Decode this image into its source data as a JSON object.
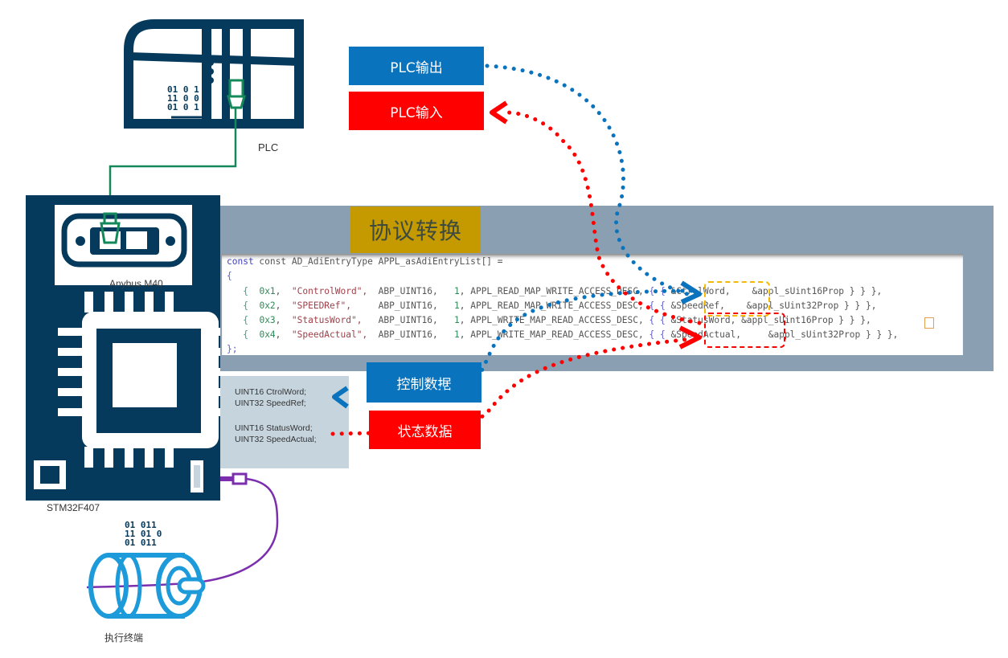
{
  "plc": {
    "label": "PLC",
    "binary_lines": [
      "01 0 1",
      "11 0 0",
      "01 0 1"
    ]
  },
  "buttons": {
    "plc_output": {
      "label": "PLC输出",
      "color": "#0a73bd"
    },
    "plc_input": {
      "label": "PLC输入",
      "color": "#ff0000"
    },
    "control_data": {
      "label": "控制数据",
      "color": "#0a73bd"
    },
    "status_data": {
      "label": "状态数据",
      "color": "#ff0000"
    }
  },
  "conversion": {
    "title": "协议转换",
    "title_bg": "#c49a00",
    "band_bg": "#8aa0b2"
  },
  "code": {
    "header": "const AD_AdiEntryType APPL_asAdiEntryList[] =",
    "open_brace": "{",
    "close": "};",
    "rows": [
      {
        "id": "0x1",
        "name": "\"ControlWord\",",
        "type": "ABP_UINT16,",
        "count": "1,",
        "access": "APPL_READ_MAP_WRITE_ACCESS_DESC,",
        "var": "&CtrolWord,",
        "prop": "&appl_sUint16Prop } } },"
      },
      {
        "id": "0x2",
        "name": "\"SPEEDRef\",",
        "type": "ABP_UINT16,",
        "count": "1,",
        "access": "APPL_READ_MAP_WRITE_ACCESS_DESC,",
        "var": "&SpeedRef,",
        "prop": "&appl_sUint32Prop } } },"
      },
      {
        "id": "0x3",
        "name": "\"StatusWord\",",
        "type": "ABP_UINT16,",
        "count": "1,",
        "access": "APPL_WRITE_MAP_READ_ACCESS_DESC,",
        "var": "&StatusWord,",
        "prop": "&appl_sUint16Prop } } },"
      },
      {
        "id": "0x4",
        "name": "\"SpeedActual\",",
        "type": "ABP_UINT16,",
        "count": "1,",
        "access": "APPL_WRITE_MAP_READ_ACCESS_DESC,",
        "var": "&SpeedActual,",
        "prop": "&appl_sUint32Prop } } },"
      }
    ]
  },
  "variables": {
    "lines": [
      "UINT16 CtrolWord;",
      "UINT32 SpeedRef;",
      "UINT16 StatusWord;",
      "UINT32 SpeedActual;"
    ]
  },
  "devices": {
    "anybus_label": "Anybus M40",
    "mcu_label": "STM32F407",
    "actuator_label": "执行终端",
    "actuator_binary": [
      "01 011",
      "11 01 0",
      "01 011"
    ]
  },
  "colors": {
    "device_navy": "#063a5c",
    "plc_link_green": "#13885a",
    "motor_link_purple": "#7b2fae",
    "motor_blue": "#1d9ad9",
    "flow_blue": "#0a73bd",
    "flow_red": "#ff0000",
    "highlight_yellow": "#f5b800"
  }
}
